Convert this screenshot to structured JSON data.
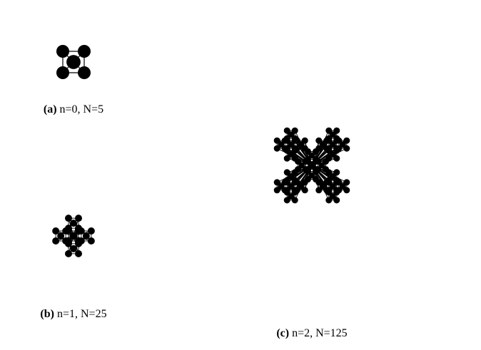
{
  "figure": {
    "panels": [
      {
        "id": "a",
        "letter": "(a)",
        "params": "n=0, N=5",
        "generation": 0,
        "node_count": 5
      },
      {
        "id": "b",
        "letter": "(b)",
        "params": "n=1, N=25",
        "generation": 1,
        "node_count": 25
      },
      {
        "id": "c",
        "letter": "(c)",
        "params": "n=2, N=125",
        "generation": 2,
        "node_count": 125
      }
    ],
    "colors": {
      "node": "#000000",
      "edge": "#000000",
      "background": "#ffffff"
    }
  }
}
